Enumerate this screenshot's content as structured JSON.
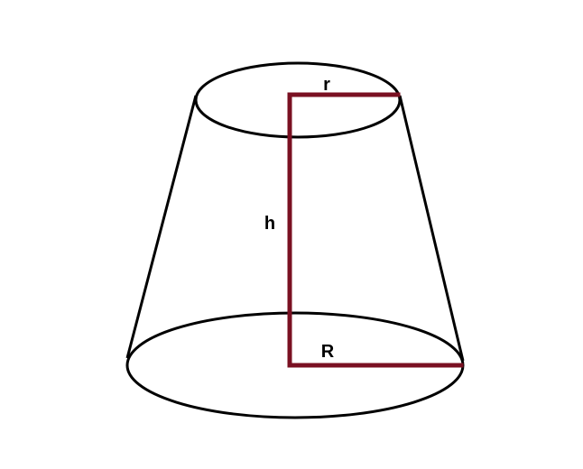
{
  "diagram": {
    "labels": {
      "top_radius": "r",
      "height": "h",
      "bottom_radius": "R"
    },
    "colors": {
      "outline": "#000000",
      "measure": "#7a1022",
      "background": "#ffffff",
      "label": "#000000"
    }
  }
}
